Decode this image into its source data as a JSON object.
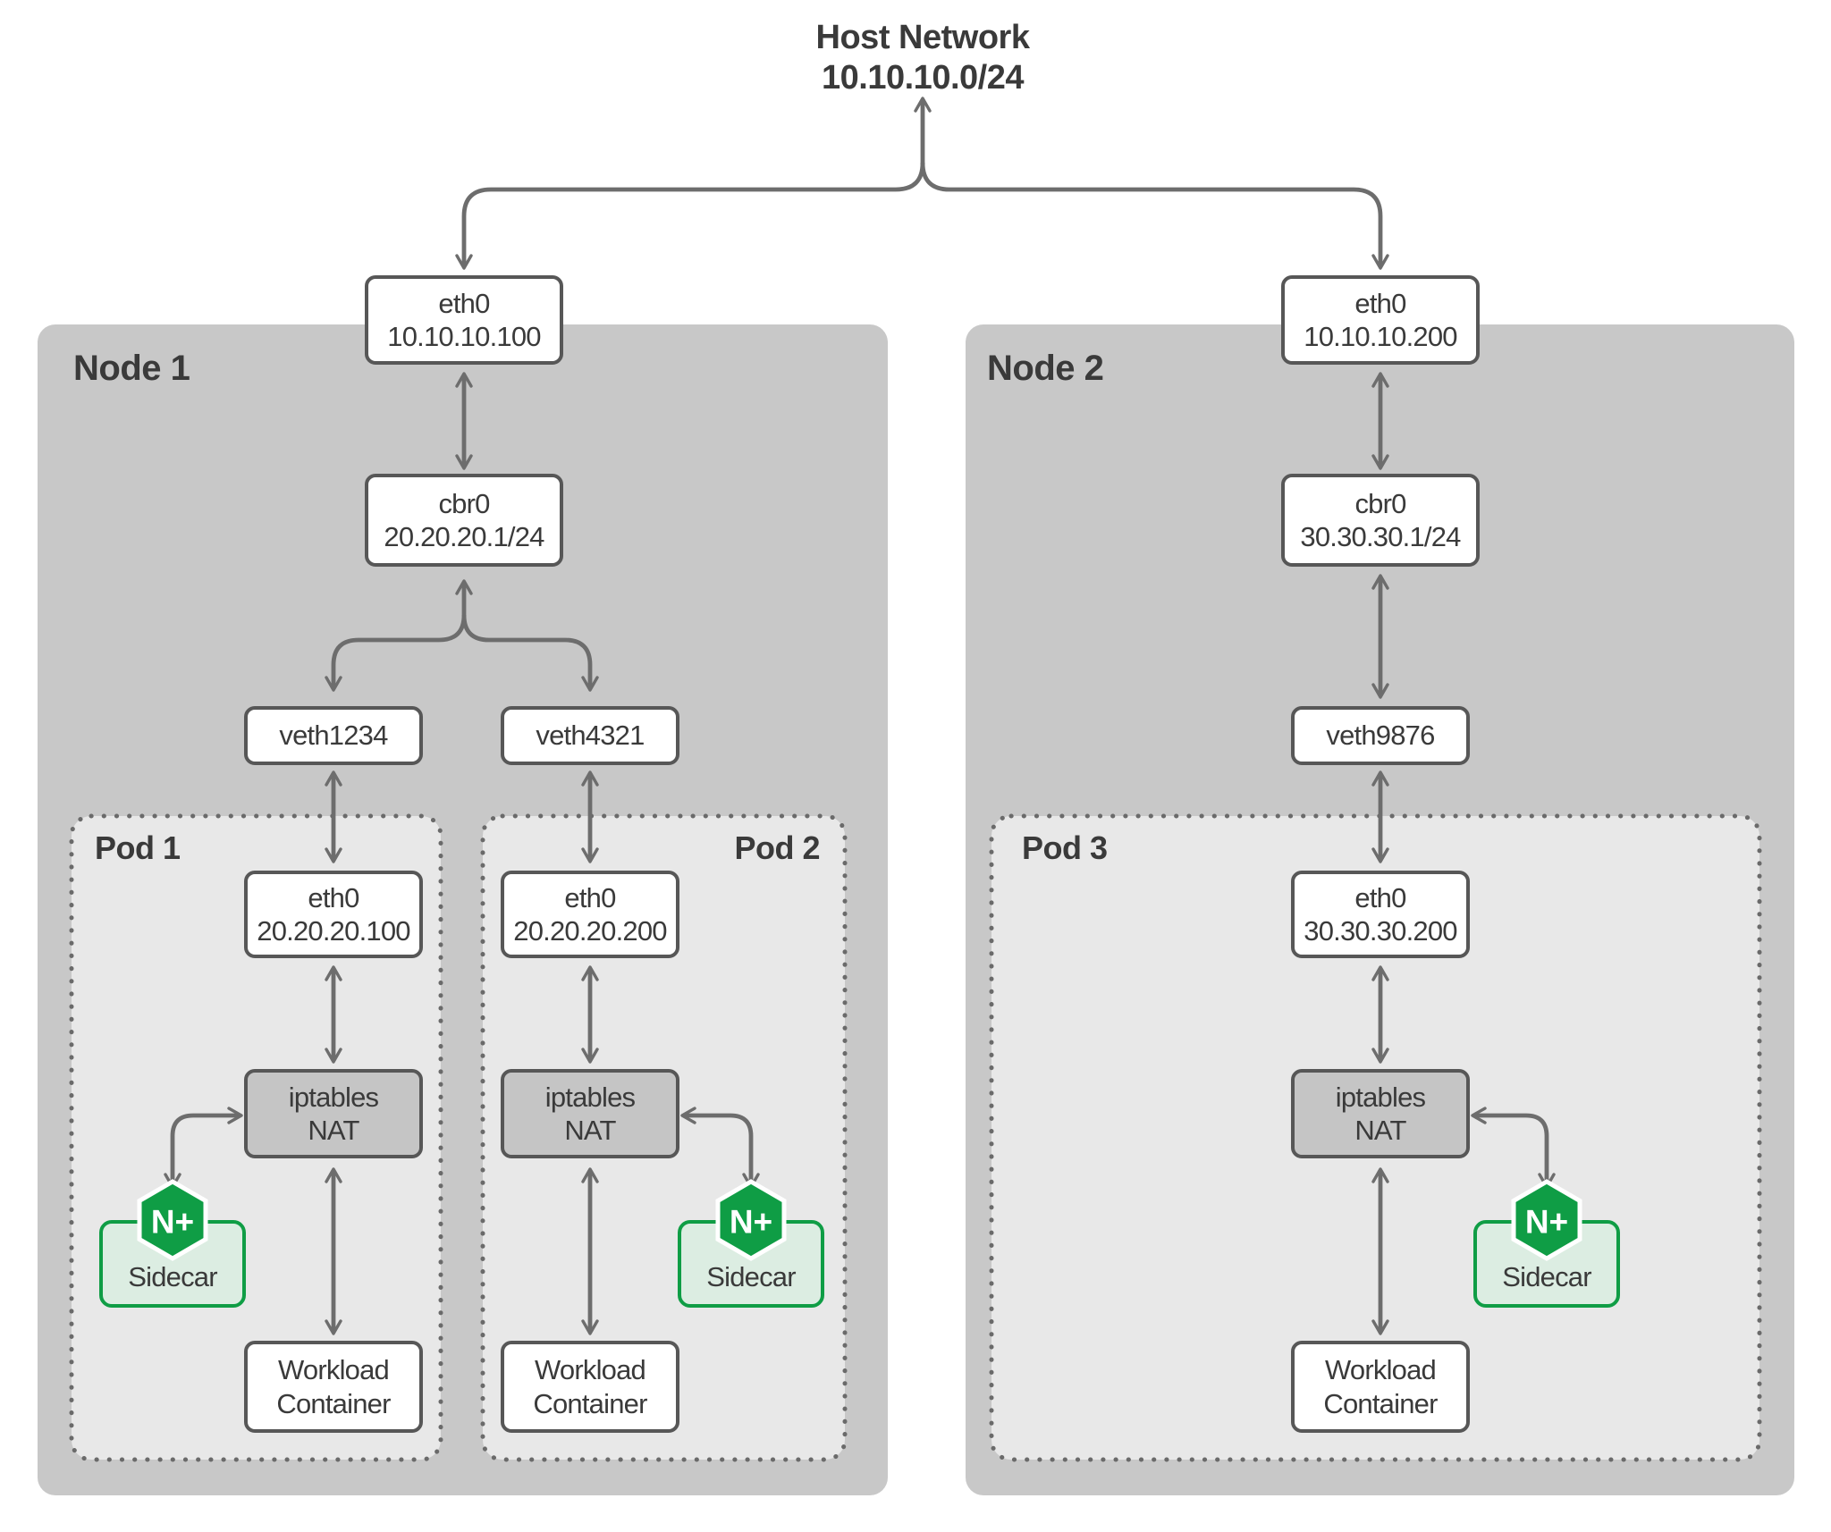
{
  "title": {
    "line1": "Host Network",
    "line2": "10.10.10.0/24"
  },
  "colors": {
    "node_fill": "#c8c8c8",
    "pod_fill": "#e8e8e8",
    "box_border": "#575757",
    "nat_fill": "#c5c5c5",
    "arrow": "#6d6d6d",
    "text": "#3a3a3a",
    "nginx_green": "#0f9d45",
    "sidecar_fill": "#dcede2"
  },
  "nodes": [
    {
      "label": "Node 1",
      "host_eth": {
        "name": "eth0",
        "addr": "10.10.10.100"
      },
      "bridge": {
        "name": "cbr0",
        "addr": "20.20.20.1/24"
      },
      "veths": [
        {
          "label": "veth1234"
        },
        {
          "label": "veth4321"
        }
      ],
      "pods": [
        {
          "label": "Pod 1",
          "eth": {
            "name": "eth0",
            "addr": "20.20.20.100"
          },
          "nat": {
            "line1": "iptables",
            "line2": "NAT"
          },
          "sidecar": {
            "icon": "N+",
            "label": "Sidecar"
          },
          "workload": {
            "line1": "Workload",
            "line2": "Container"
          }
        },
        {
          "label": "Pod 2",
          "eth": {
            "name": "eth0",
            "addr": "20.20.20.200"
          },
          "nat": {
            "line1": "iptables",
            "line2": "NAT"
          },
          "sidecar": {
            "icon": "N+",
            "label": "Sidecar"
          },
          "workload": {
            "line1": "Workload",
            "line2": "Container"
          }
        }
      ]
    },
    {
      "label": "Node 2",
      "host_eth": {
        "name": "eth0",
        "addr": "10.10.10.200"
      },
      "bridge": {
        "name": "cbr0",
        "addr": "30.30.30.1/24"
      },
      "veths": [
        {
          "label": "veth9876"
        }
      ],
      "pods": [
        {
          "label": "Pod 3",
          "eth": {
            "name": "eth0",
            "addr": "30.30.30.200"
          },
          "nat": {
            "line1": "iptables",
            "line2": "NAT"
          },
          "sidecar": {
            "icon": "N+",
            "label": "Sidecar"
          },
          "workload": {
            "line1": "Workload",
            "line2": "Container"
          }
        }
      ]
    }
  ]
}
